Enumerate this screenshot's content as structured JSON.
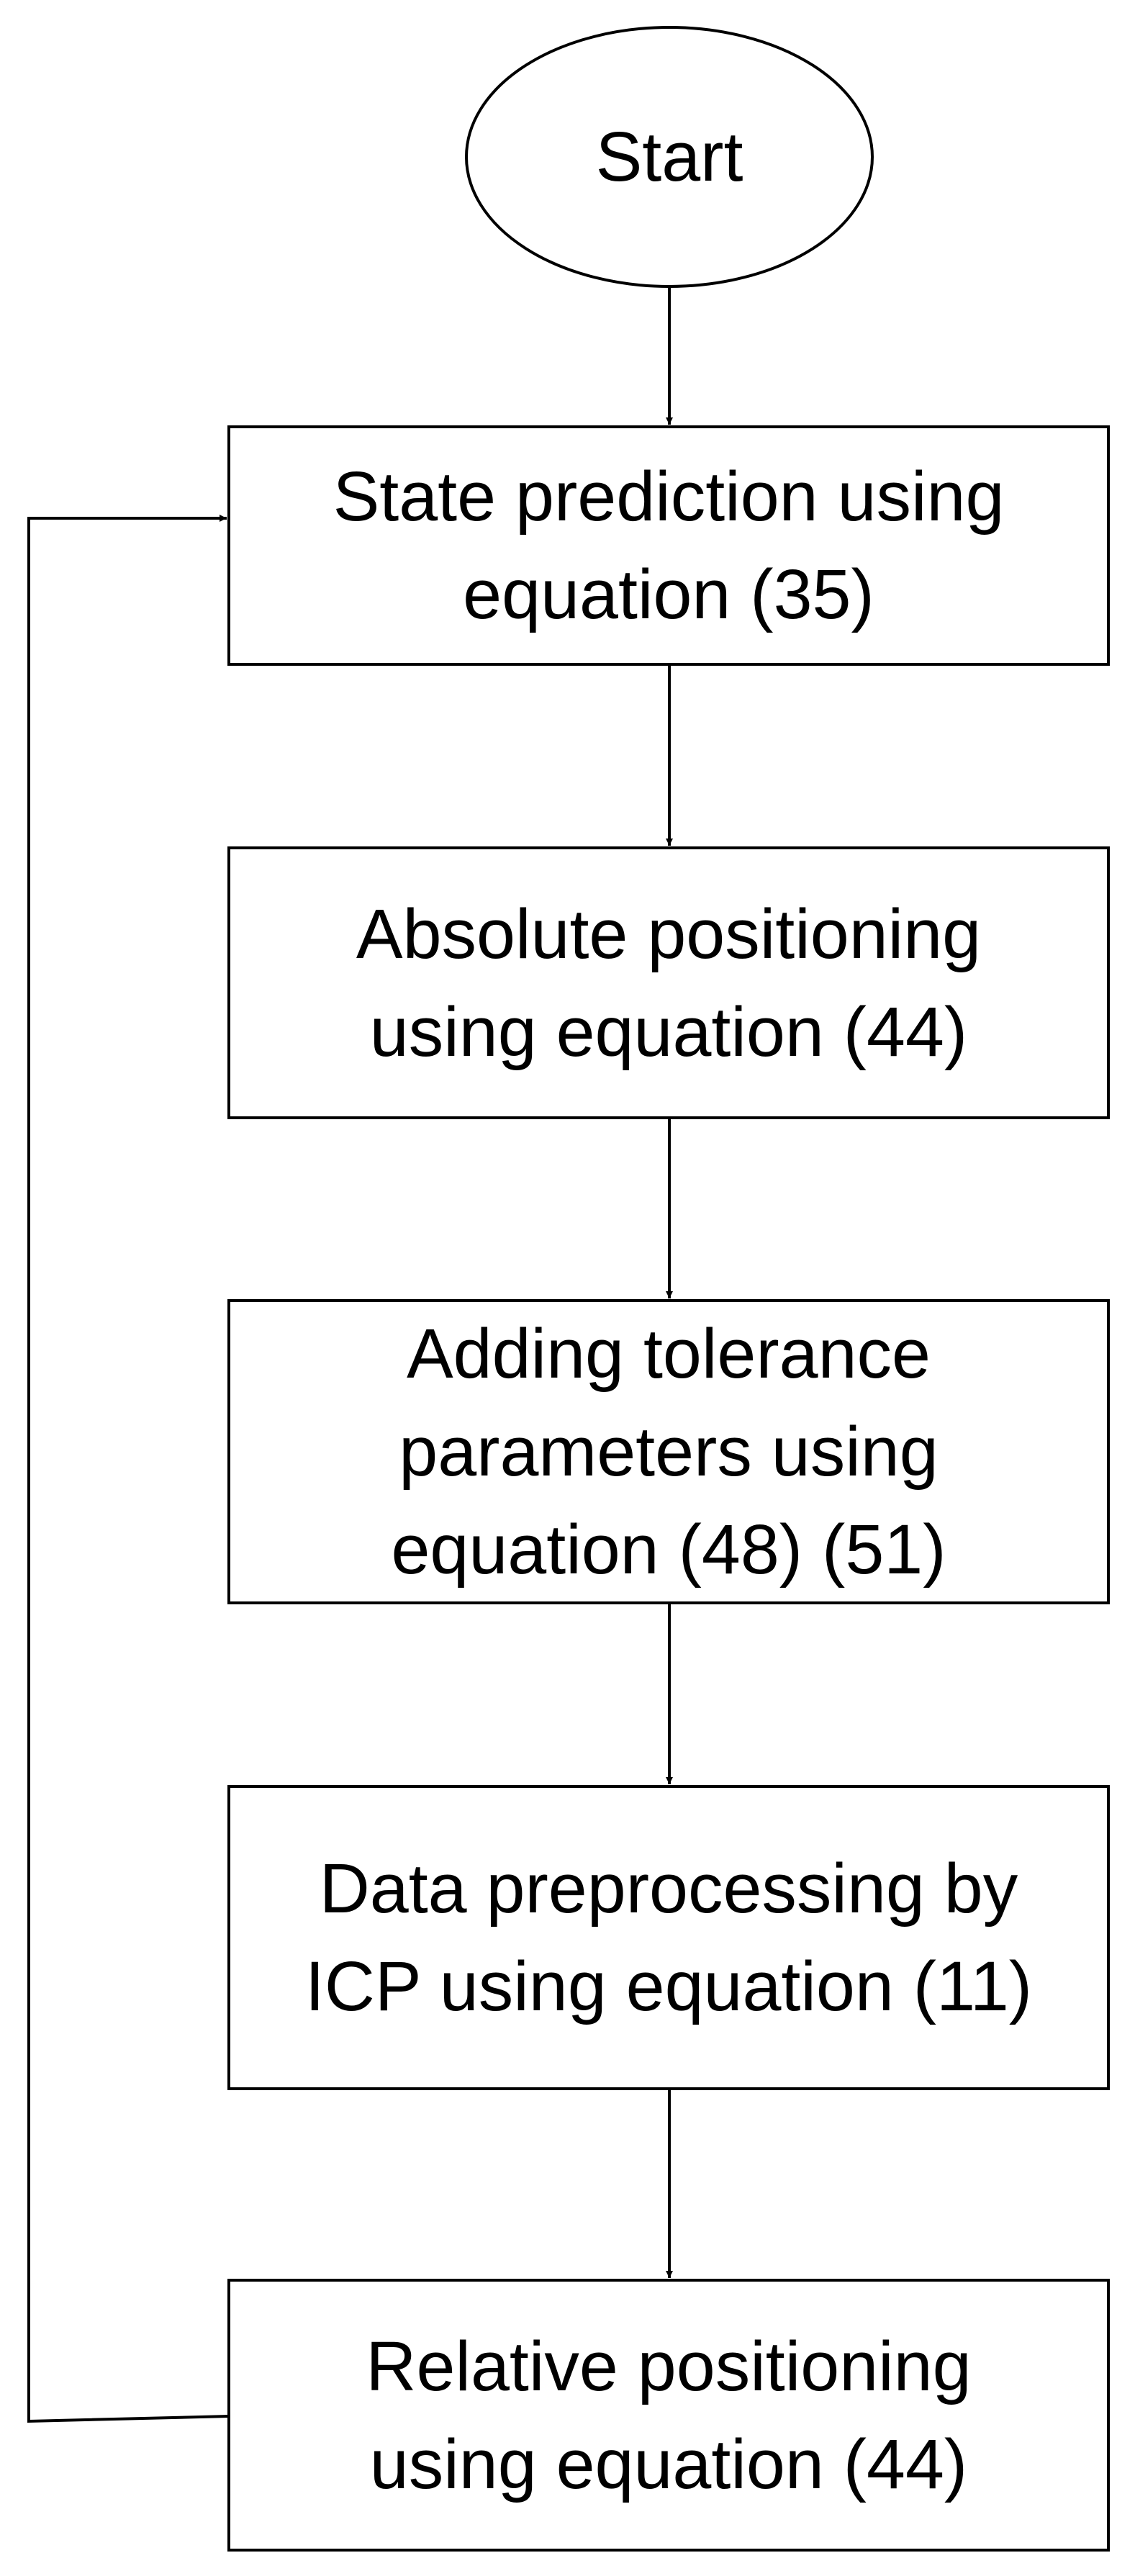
{
  "start": {
    "label": "Start"
  },
  "steps": [
    {
      "lines": [
        "State prediction using",
        "equation (35)"
      ]
    },
    {
      "lines": [
        "Absolute positioning",
        "using equation (44)"
      ]
    },
    {
      "lines": [
        "Adding tolerance",
        "parameters using",
        "equation (48) (51)"
      ]
    },
    {
      "lines": [
        "Data preprocessing by",
        "ICP using equation (11)"
      ]
    },
    {
      "lines": [
        "Relative positioning",
        "using equation (44)"
      ]
    }
  ],
  "colors": {
    "stroke": "#000000",
    "fill": "#ffffff",
    "text": "#000000"
  }
}
